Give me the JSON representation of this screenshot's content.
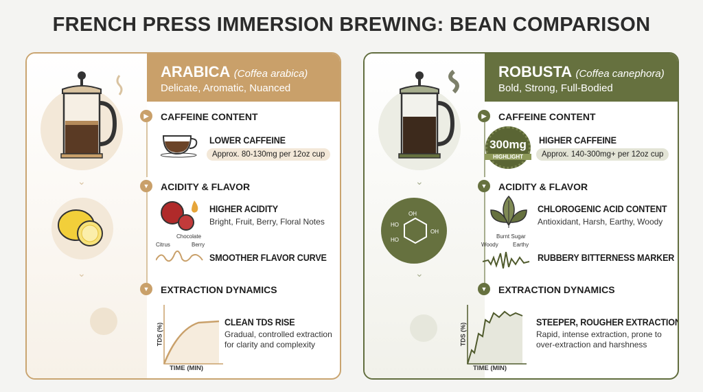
{
  "title": "FRENCH PRESS IMMERSION BREWING: BEAN COMPARISON",
  "arabica": {
    "name": "ARABICA",
    "latin": "(Coffea arabica)",
    "tagline": "Delicate, Aromatic, Nuanced",
    "color": "#c9a06a",
    "caffeine": {
      "heading": "CAFFEINE CONTENT",
      "title": "LOWER CAFFEINE",
      "detail": "Approx. 80-130mg per 12oz cup"
    },
    "acidity": {
      "heading": "ACIDITY & FLAVOR",
      "title": "HIGHER ACIDITY",
      "detail": "Bright, Fruit, Berry, Floral Notes",
      "curve_title": "SMOOTHER FLAVOR CURVE",
      "curve_labels": [
        "Citrus",
        "Chocolate",
        "Berry"
      ]
    },
    "extraction": {
      "heading": "EXTRACTION DYNAMICS",
      "title": "CLEAN TDS RISE",
      "detail": "Gradual, controlled extraction for clarity and complexity",
      "ylabel": "TDS (%)",
      "xlabel": "TIME (MIN)"
    }
  },
  "robusta": {
    "name": "ROBUSTA",
    "latin": "(Coffea canephora)",
    "tagline": "Bold, Strong, Full-Bodied",
    "color": "#66713f",
    "caffeine": {
      "heading": "CAFFEINE CONTENT",
      "title": "HIGHER CAFFEINE",
      "detail": "Approx. 140-300mg+ per 12oz cup",
      "badge_value": "300mg",
      "badge_label": "HIGHLIGHT"
    },
    "acidity": {
      "heading": "ACIDITY & FLAVOR",
      "title": "CHLOROGENIC ACID CONTENT",
      "detail": "Antioxidant, Harsh, Earthy, Woody",
      "curve_title": "RUBBERY BITTERNESS MARKER",
      "curve_labels": [
        "Woody",
        "Burnt Sugar",
        "Earthy"
      ]
    },
    "extraction": {
      "heading": "EXTRACTION DYNAMICS",
      "title": "STEEPER, ROUGHER EXTRACTION",
      "detail": "Rapid, intense extraction, prone to over-extraction and harshness",
      "ylabel": "TDS (%)",
      "xlabel": "TIME (MIN)"
    }
  }
}
